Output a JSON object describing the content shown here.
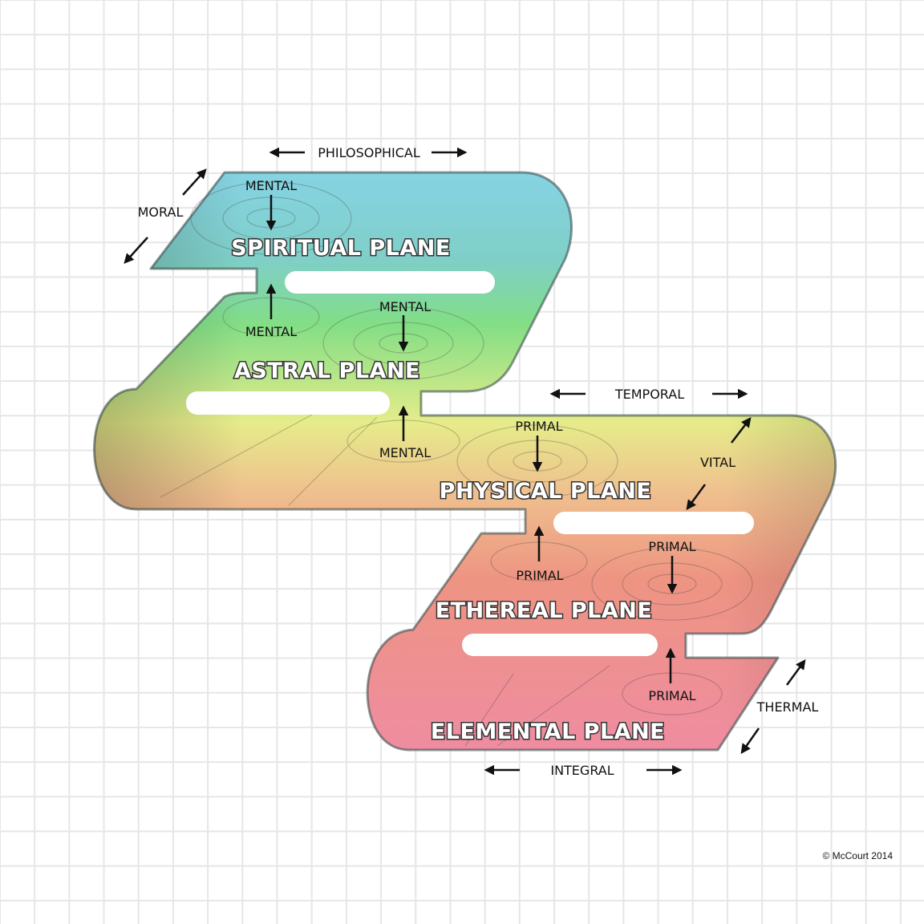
{
  "axes": {
    "philosophical": "PHILOSOPHICAL",
    "moral": "MORAL",
    "temporal": "TEMPORAL",
    "vital": "VITAL",
    "integral": "INTEGRAL",
    "thermal": "THERMAL"
  },
  "planes": [
    {
      "name": "SPIRITUAL PLANE",
      "color": "#86d3e3"
    },
    {
      "name": "ASTRAL PLANE",
      "color": "#82de86"
    },
    {
      "name": "PHYSICAL PLANE",
      "color": "#efc08e"
    },
    {
      "name": "ETHEREAL PLANE",
      "color": "#ee9482"
    },
    {
      "name": "ELEMENTAL PLANE",
      "color": "#ef8ca2"
    }
  ],
  "flows": {
    "spiritual_mental": "MENTAL",
    "astral_up_mental": "MENTAL",
    "astral_down_mental": "MENTAL",
    "physical_up_mental": "MENTAL",
    "physical_down_primal": "PRIMAL",
    "ethereal_up_primal": "PRIMAL",
    "ethereal_down_primal": "PRIMAL",
    "elemental_up_primal": "PRIMAL"
  },
  "copyright": "© McCourt 2014"
}
